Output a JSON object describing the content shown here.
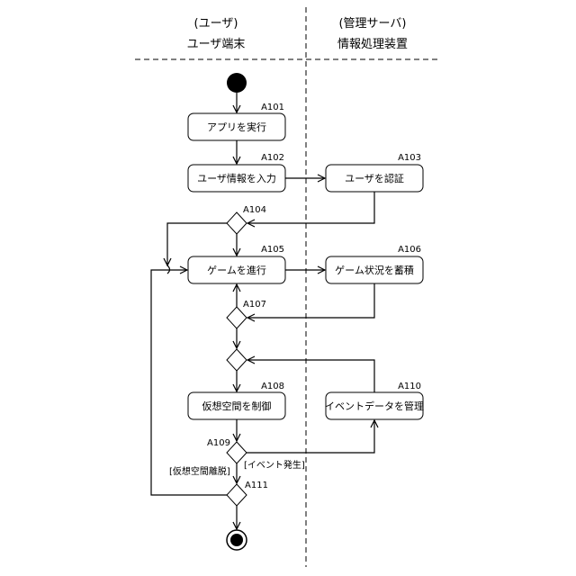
{
  "lanes": {
    "user": {
      "role": "(ユーザ)",
      "name": "ユーザ端末"
    },
    "server": {
      "role": "(管理サーバ)",
      "name": "情報処理装置"
    }
  },
  "steps": {
    "a101": {
      "id": "A101",
      "label": "アプリを実行"
    },
    "a102": {
      "id": "A102",
      "label": "ユーザ情報を入力"
    },
    "a103": {
      "id": "A103",
      "label": "ユーザを認証"
    },
    "a104": {
      "id": "A104"
    },
    "a105": {
      "id": "A105",
      "label": "ゲームを進行"
    },
    "a106": {
      "id": "A106",
      "label": "ゲーム状況を蓄積"
    },
    "a107": {
      "id": "A107"
    },
    "a108": {
      "id": "A108",
      "label": "仮想空間を制御"
    },
    "a109": {
      "id": "A109"
    },
    "a110": {
      "id": "A110",
      "label": "イベントデータを管理"
    },
    "a111": {
      "id": "A111"
    }
  },
  "guards": {
    "event": "[イベント発生]",
    "leave": "[仮想空間離脱]"
  }
}
